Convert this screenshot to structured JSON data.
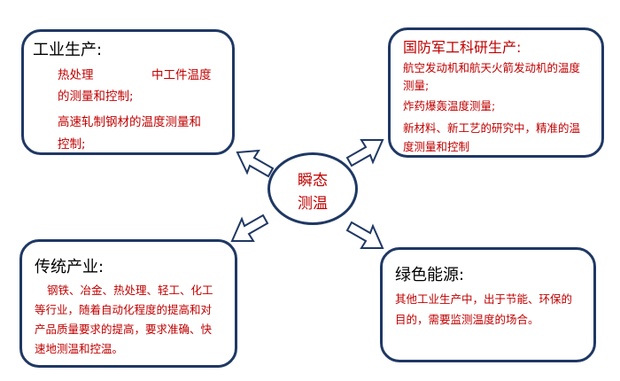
{
  "center": {
    "line1": "瞬态",
    "line2": "测温"
  },
  "boxes": {
    "industrial": {
      "title": "工业生产:",
      "lines": [
        "热处理",
        "中工件温度",
        "的测量和控制;",
        "高速轧制钢材的温度测量和",
        "控制;"
      ]
    },
    "defense": {
      "title": "国防军工科研生产:",
      "lines": [
        "航空发动机和航天火箭发动机的温度",
        "测量;",
        "炸药爆轰温度测量;",
        "新材料、新工艺的研究中，精准的温",
        "度测量和控制"
      ]
    },
    "traditional": {
      "title": "传统产业:",
      "lines": [
        "钢铁、冶金、热处理、轻工、化工",
        "等行业，随着自动化程度的提高和对",
        "产品质量要求的提高，要求准确、快",
        "速地测温和控温。"
      ]
    },
    "green": {
      "title": "绿色能源:",
      "lines": [
        "其他工业生产中，出于节能、环保的",
        "目的，需要监测温度的场合。"
      ]
    }
  },
  "colors": {
    "border": "#1f3864",
    "text_red": "#c00000",
    "arrow_fill": "#ffffff"
  }
}
